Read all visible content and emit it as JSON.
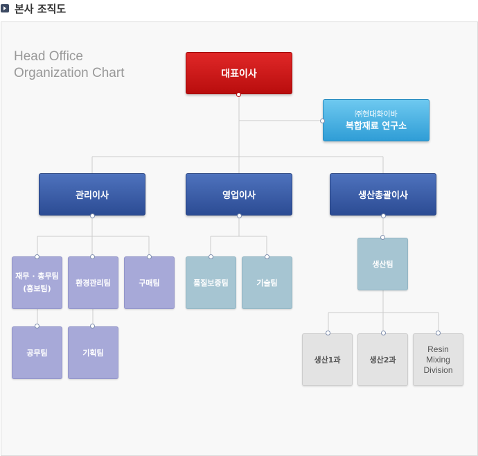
{
  "header": {
    "title": "본사 조직도"
  },
  "chart": {
    "title_line1": "Head Office",
    "title_line2": "Organization Chart"
  },
  "nodes": {
    "ceo": "대표이사",
    "lab_line1": "㈜현대화이바",
    "lab_line2": "복합재료 연구소",
    "admin_director": "관리이사",
    "sales_director": "영업이사",
    "production_director": "생산총괄이사",
    "finance_team_line1": "재무 · 총무팀",
    "finance_team_line2": "(홍보팀)",
    "env_team": "환경관리팀",
    "purchase_team": "구매팀",
    "public_affairs_team": "공무팀",
    "planning_team": "기획팀",
    "qa_team": "품질보증팀",
    "tech_team": "기술팀",
    "production_team": "생산팀",
    "production_1": "생산1과",
    "production_2": "생산2과",
    "resin_line1": "Resin",
    "resin_line2": "Mixing",
    "resin_line3": "Division"
  },
  "colors": {
    "ceo": "#c81414",
    "lab": "#3fb0e3",
    "director": "#3a5ea8",
    "team_purple": "#a7a9d8",
    "team_blue": "#a6c5d2",
    "team_gray": "#e3e3e3",
    "connector": "#cccccc"
  }
}
